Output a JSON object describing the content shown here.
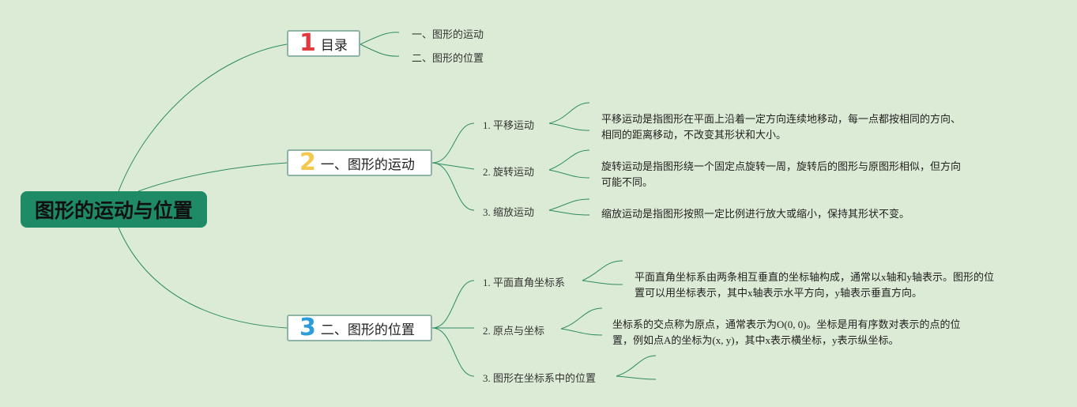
{
  "root": {
    "title": "图形的运动与位置"
  },
  "colors": {
    "background": "#dcebd6",
    "root": "#1e8a66",
    "line": "#2e8b62",
    "num1": "#e0393e",
    "num2": "#f2c94c",
    "num3": "#2d9cdb"
  },
  "branch1": {
    "num": "1",
    "label": "目录",
    "items": [
      "一、图形的运动",
      "二、图形的位置"
    ]
  },
  "branch2": {
    "num": "2",
    "label": "一、图形的运动",
    "items": [
      {
        "label": "1. 平移运动",
        "desc": [
          "平移运动是指图形在平面上沿着一定方向连续地移动，每一点都按相同的方向、",
          "相同的距离移动，不改变其形状和大小。"
        ]
      },
      {
        "label": "2. 旋转运动",
        "desc": [
          "旋转运动是指图形绕一个固定点旋转一周，旋转后的图形与原图形相似，但方向",
          "可能不同。"
        ]
      },
      {
        "label": "3. 缩放运动",
        "desc": [
          "缩放运动是指图形按照一定比例进行放大或缩小，保持其形状不变。"
        ]
      }
    ]
  },
  "branch3": {
    "num": "3",
    "label": "二、图形的位置",
    "items": [
      {
        "label": "1. 平面直角坐标系",
        "desc": [
          "平面直角坐标系由两条相互垂直的坐标轴构成，通常以x轴和y轴表示。图形的位",
          "置可以用坐标表示，其中x轴表示水平方向，y轴表示垂直方向。"
        ]
      },
      {
        "label": "2. 原点与坐标",
        "desc": [
          "坐标系的交点称为原点，通常表示为O(0, 0)。坐标是用有序数对表示的点的位",
          "置，例如点A的坐标为(x, y)，其中x表示横坐标，y表示纵坐标。"
        ]
      },
      {
        "label": "3. 图形在坐标系中的位置"
      }
    ]
  }
}
